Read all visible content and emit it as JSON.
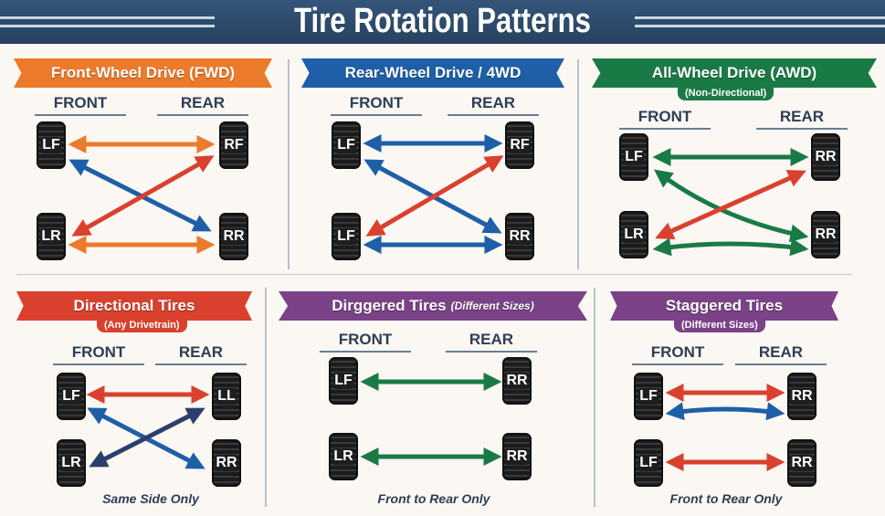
{
  "title": "Tire Rotation Patterns",
  "colors": {
    "header": "#2c4a6b",
    "orange": "#ec7a2b",
    "blue": "#1e5fa8",
    "green": "#1a7a45",
    "red": "#d9412e",
    "purple": "#7b4288",
    "navy": "#2c3e55"
  },
  "panels": [
    {
      "title": "Front-Wheel Drive (FWD)",
      "front": "FRONT",
      "rear": "REAR",
      "tires": [
        "LF",
        "RF",
        "LR",
        "RR"
      ]
    },
    {
      "title": "Rear-Wheel Drive / 4WD",
      "front": "FRONT",
      "rear": "REAR",
      "tires": [
        "LF",
        "RF",
        "LF",
        "RR"
      ]
    },
    {
      "title": "All-Wheel Drive (AWD)",
      "subtitle": "(Non-Directional)",
      "front": "FRONT",
      "rear": "REAR",
      "tires": [
        "LF",
        "RR",
        "LR",
        "RR"
      ]
    },
    {
      "title": "Directional Tires",
      "subtitle": "(Any Drivetrain)",
      "front": "FRONT",
      "rear": "REAR",
      "tires": [
        "LF",
        "LL",
        "LR",
        "RR"
      ],
      "footer": "Same Side Only"
    },
    {
      "title": "Dirggered Tires",
      "title_small": "(Different Sizes)",
      "front": "FRONT",
      "rear": "REAR",
      "tires": [
        "LF",
        "RR",
        "LR",
        "RR"
      ],
      "footer": "Front to Rear Only"
    },
    {
      "title": "Staggered Tires",
      "subtitle": "(Different Sizes)",
      "front": "FRONT",
      "rear": "REAR",
      "tires": [
        "LF",
        "RR",
        "LF",
        "RR"
      ],
      "footer": "Front to Rear Only"
    }
  ]
}
